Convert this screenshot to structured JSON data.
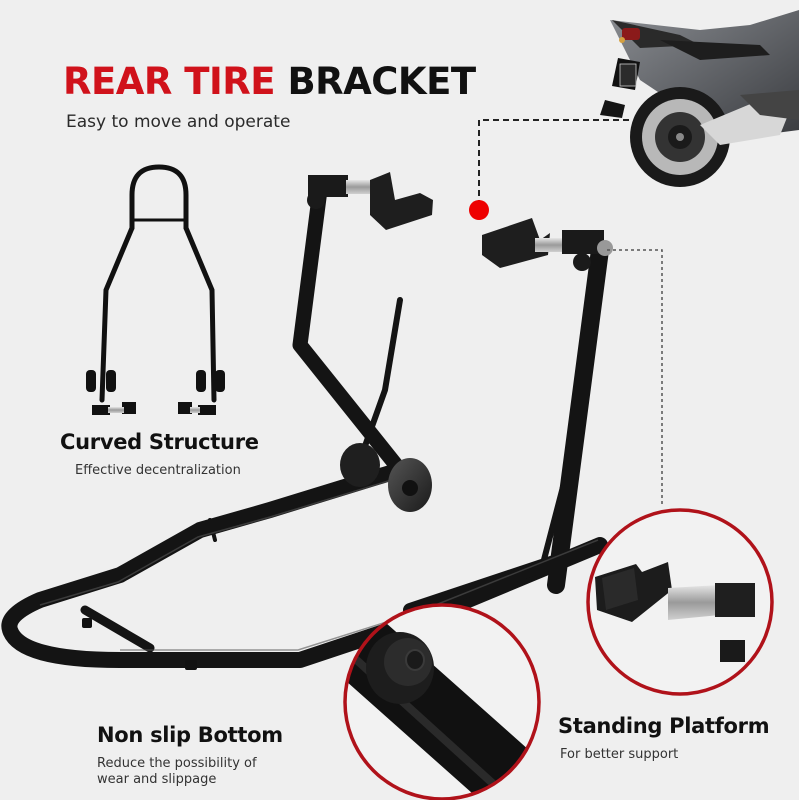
{
  "header": {
    "title_red": "REAR TIRE",
    "title_black": "BRACKET",
    "subtitle": "Easy to move and operate"
  },
  "features": [
    {
      "title": "Curved Structure",
      "description": "Effective decentralization"
    },
    {
      "title": "Non slip Bottom",
      "description_line1": "Reduce the possibility of",
      "description_line2": "wear and slippage"
    },
    {
      "title": "Standing Platform",
      "description": "For better support"
    }
  ],
  "colors": {
    "accent_red": "#d0121b",
    "background": "#efefef",
    "stand_black": "#141414"
  },
  "images": {
    "motorcycle": "motorcycle-rear-wheel",
    "front_view": "stand-front-view",
    "main_product": "rear-paddock-stand",
    "callout_bottom": "rubber-foot-closeup",
    "callout_platform": "cradle-platform-closeup"
  }
}
